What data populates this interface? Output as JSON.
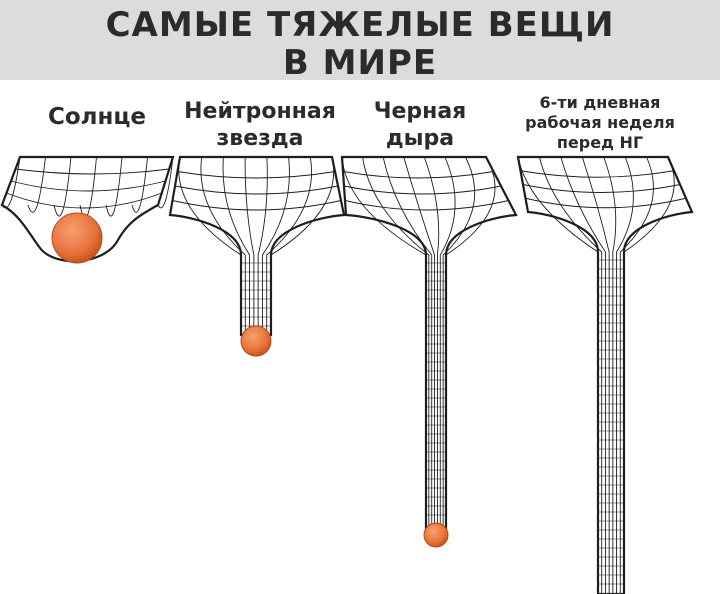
{
  "title_line1": "САМЫЕ ТЯЖЕЛЫЕ ВЕЩИ",
  "title_line2": "В МИРЕ",
  "panels": [
    {
      "label_lines": [
        "Солнце"
      ]
    },
    {
      "label_lines": [
        "Нейтронная",
        "звезда"
      ]
    },
    {
      "label_lines": [
        "Черная",
        "дыра"
      ]
    },
    {
      "label_lines": [
        "6-ти дневная",
        "рабочая неделя",
        "перед НГ"
      ]
    }
  ],
  "colors": {
    "banner": "#dcdcdc",
    "text": "#2b2b2b",
    "mesh": "#1e1e1e",
    "ball": "#e8733a"
  }
}
